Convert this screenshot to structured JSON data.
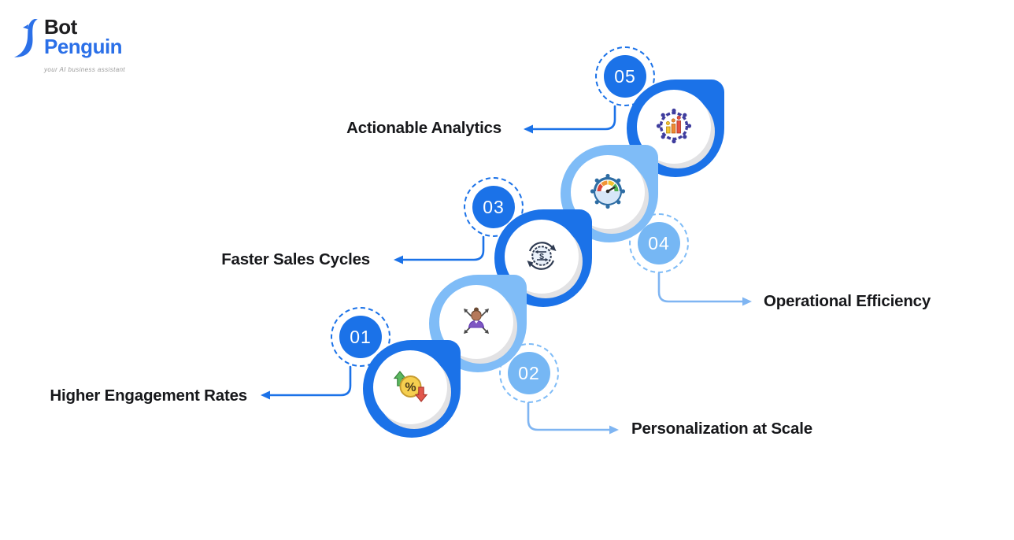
{
  "brand": {
    "name_bot": "Bot",
    "name_penguin": "Penguin",
    "tagline": "your AI business assistant",
    "logo_icon": "penguin-icon"
  },
  "colors": {
    "dark_blue": "#1B72E8",
    "light_blue": "#7FBCF7",
    "light_badge_blue": "#76B7F4",
    "label_text": "#17181B",
    "shadow_gray": "#E2E2E4"
  },
  "steps": [
    {
      "number": "01",
      "label": "Higher Engagement Rates",
      "icon": "percent-rates-icon",
      "tone": "dark",
      "label_side": "left"
    },
    {
      "number": "02",
      "label": "Personalization at Scale",
      "icon": "person-scale-icon",
      "tone": "light",
      "label_side": "right"
    },
    {
      "number": "03",
      "label": "Faster Sales Cycles",
      "icon": "sales-cycle-icon",
      "tone": "dark",
      "label_side": "left"
    },
    {
      "number": "04",
      "label": "Operational Efficiency",
      "icon": "efficiency-gauge-icon",
      "tone": "light",
      "label_side": "right"
    },
    {
      "number": "05",
      "label": "Actionable Analytics",
      "icon": "analytics-gear-icon",
      "tone": "dark",
      "label_side": "left"
    }
  ]
}
